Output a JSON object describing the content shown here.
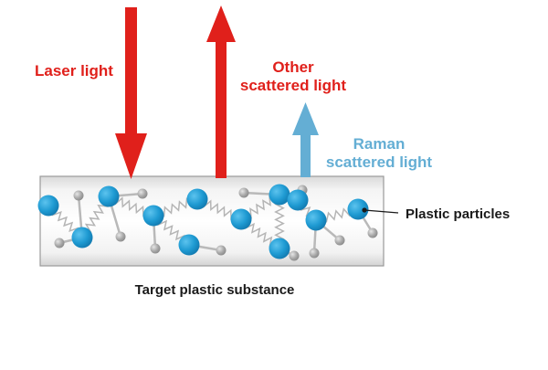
{
  "diagram": {
    "laser_label": "Laser light",
    "other_label_line1": "Other",
    "other_label_line2": "scattered light",
    "raman_label_line1": "Raman",
    "raman_label_line2": "scattered light",
    "particles_label": "Plastic particles",
    "substance_label": "Target plastic substance"
  },
  "colors": {
    "red_arrow": "#e0201b",
    "blue_arrow": "#64aed4",
    "atom_blue": "#1e9ad2",
    "atom_gray": "#a8a8a8",
    "spring_gray": "#b5b5b5"
  },
  "icons": [
    "laser-arrow-down",
    "scattered-arrow-up",
    "raman-arrow-up",
    "molecule-chain"
  ]
}
